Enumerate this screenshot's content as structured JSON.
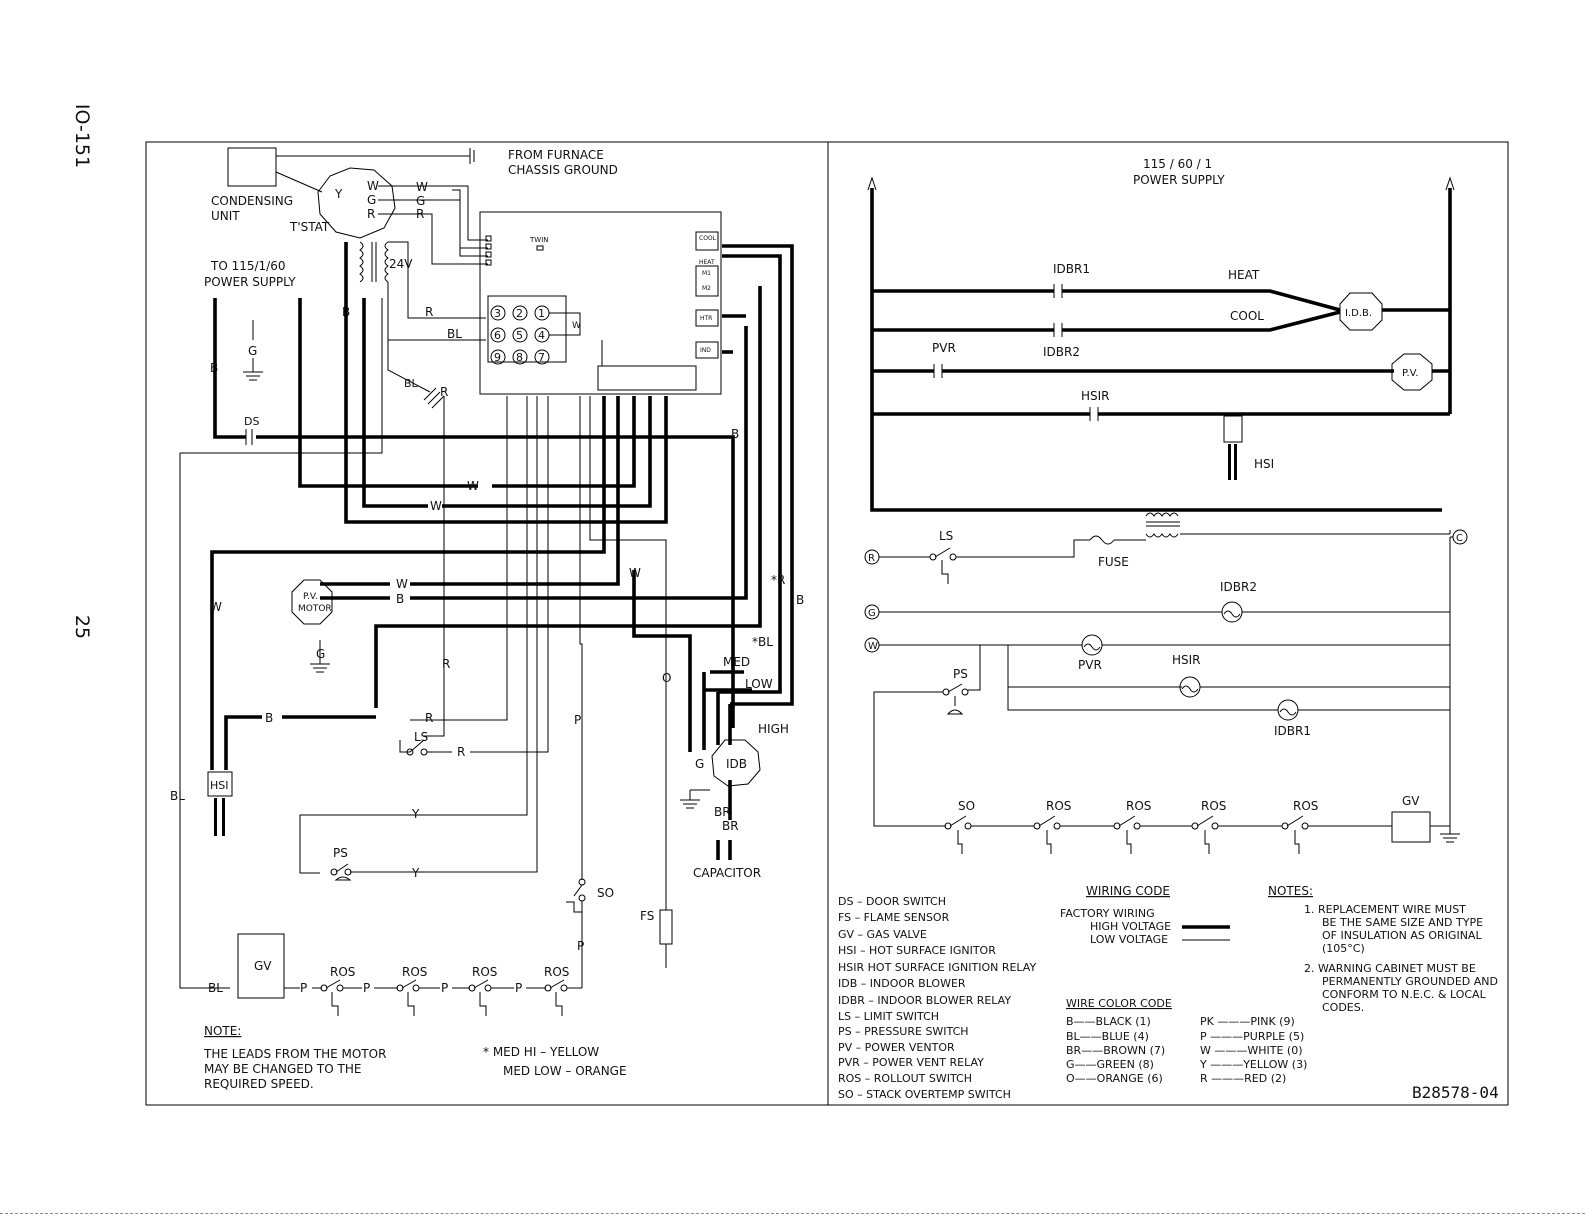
{
  "page": {
    "code": "IO-151",
    "number": "25",
    "drawing_number": "B28578-04"
  },
  "left": {
    "from_furnace": "FROM FURNACE",
    "chassis_ground": "CHASSIS GROUND",
    "condensing": "CONDENSING",
    "unit": "UNIT",
    "tstat": "T'STAT",
    "tstat_y": "Y",
    "tstat_w": "W",
    "tstat_g": "G",
    "tstat_r": "R",
    "to_supply": "TO 115/1/60",
    "power_supply": "POWER SUPPLY",
    "v24": "24V",
    "twin": "TWIN",
    "ds": "DS",
    "pv_motor_1": "P.V.",
    "pv_motor_2": "MOTOR",
    "hsi": "HSI",
    "idb": "IDB",
    "capacitor": "CAPACITOR",
    "med": "MED",
    "low": "LOW",
    "high": "HIGH",
    "star_r": "*R",
    "star_bl": "*BL",
    "fs": "FS",
    "so": "SO",
    "ls": "LS",
    "ps": "PS",
    "gv": "GV",
    "ros": "ROS",
    "bl": "BL",
    "b": "B",
    "w": "W",
    "g": "G",
    "r": "R",
    "y": "Y",
    "p": "P",
    "o": "O",
    "br": "BR",
    "pins": [
      "3",
      "2",
      "1",
      "6",
      "5",
      "4",
      "9",
      "8",
      "7"
    ],
    "board_terms": [
      "COOL",
      "HEAT",
      "M1",
      "M2",
      "HTR",
      "IND"
    ],
    "note_title": "NOTE:",
    "note_lines": [
      "THE LEADS FROM THE MOTOR",
      "MAY BE CHANGED TO THE",
      "REQUIRED SPEED."
    ],
    "med_hi": "*   MED HI  –  YELLOW",
    "med_low": "MED LOW  –  ORANGE"
  },
  "right": {
    "supply_1": "115 / 60 / 1",
    "supply_2": "POWER SUPPLY",
    "idbr1": "IDBR1",
    "idbr2": "IDBR2",
    "heat": "HEAT",
    "cool": "COOL",
    "idb": "I.D.B.",
    "pvr": "PVR",
    "pv": "P.V.",
    "hsir": "HSIR",
    "hsi": "HSI",
    "ls": "LS",
    "fuse": "FUSE",
    "r": "R",
    "g": "G",
    "w": "W",
    "c": "C",
    "ps": "PS",
    "so": "SO",
    "ros": "ROS",
    "gv": "GV"
  },
  "legend": {
    "items": [
      "DS –   DOOR SWITCH",
      "FS – FLAME SENSOR",
      "GV  – GAS VALVE",
      "HSI – HOT SURFACE IGNITOR",
      "HSIR  HOT SURFACE IGNITION RELAY",
      "IDB – INDOOR BLOWER",
      "IDBR – INDOOR BLOWER RELAY",
      "LS –   LIMIT SWITCH",
      "PS –   PRESSURE SWITCH",
      "PV – POWER VENTOR",
      "PVR – POWER VENT RELAY",
      "ROS – ROLLOUT SWITCH",
      "SO – STACK OVERTEMP SWITCH"
    ],
    "wiring_code": "WIRING CODE",
    "factory_wiring": "FACTORY WIRING",
    "high_voltage": "HIGH VOLTAGE",
    "low_voltage": "LOW VOLTAGE",
    "wire_color_code": "WIRE  COLOR  CODE",
    "colors_left": [
      "B——BLACK   (1)",
      "BL——BLUE    (4)",
      "BR——BROWN  (7)",
      "G——GREEN   (8)",
      "O——ORANGE (6)"
    ],
    "colors_right": [
      "PK ———PINK    (9)",
      "P ———PURPLE (5)",
      "W ———WHITE   (0)",
      "Y ———YELLOW (3)",
      "R ———RED      (2)"
    ],
    "notes_title": "NOTES:",
    "notes": [
      "1.  REPLACEMENT WIRE MUST",
      "BE THE SAME SIZE AND TYPE",
      "OF INSULATION AS ORIGINAL",
      "(105°C)",
      "2.  WARNING CABINET MUST BE",
      "PERMANENTLY GROUNDED AND",
      "CONFORM TO N.E.C. & LOCAL",
      "CODES."
    ]
  }
}
